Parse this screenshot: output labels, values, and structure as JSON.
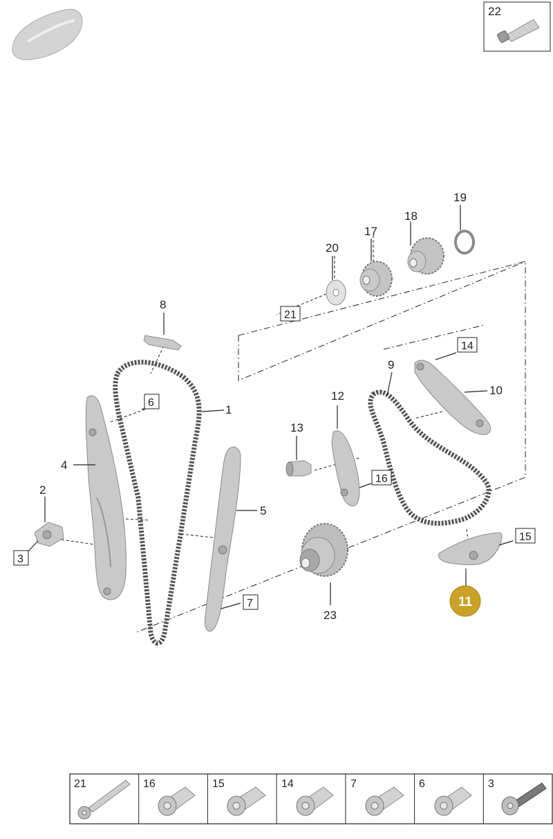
{
  "callouts": [
    {
      "id": "1",
      "label": "1"
    },
    {
      "id": "2",
      "label": "2"
    },
    {
      "id": "3",
      "label": "3"
    },
    {
      "id": "4",
      "label": "4"
    },
    {
      "id": "5",
      "label": "5"
    },
    {
      "id": "6",
      "label": "6"
    },
    {
      "id": "7",
      "label": "7"
    },
    {
      "id": "8",
      "label": "8"
    },
    {
      "id": "9",
      "label": "9"
    },
    {
      "id": "10",
      "label": "10"
    },
    {
      "id": "12",
      "label": "12"
    },
    {
      "id": "13",
      "label": "13"
    },
    {
      "id": "14",
      "label": "14"
    },
    {
      "id": "15",
      "label": "15"
    },
    {
      "id": "16",
      "label": "16"
    },
    {
      "id": "17",
      "label": "17"
    },
    {
      "id": "18",
      "label": "18"
    },
    {
      "id": "19",
      "label": "19"
    },
    {
      "id": "20",
      "label": "20"
    },
    {
      "id": "21",
      "label": "21"
    },
    {
      "id": "23",
      "label": "23"
    }
  ],
  "highlighted_part": {
    "label": "11",
    "color": "#c9a227"
  },
  "inset_part": {
    "label": "22"
  },
  "fastener_table": [
    "21",
    "16",
    "15",
    "14",
    "7",
    "6",
    "3"
  ],
  "colors": {
    "highlight": "#c9a227",
    "part_fill": "#c9c9c9",
    "line": "#222222"
  }
}
